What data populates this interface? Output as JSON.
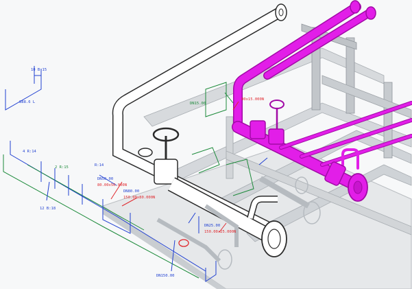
{
  "colors": {
    "background": "#f7f8f9",
    "steel_fill": "#d9dcdf",
    "steel_dark": "#9ea3a8",
    "pipe_outline": "#2b2b2b",
    "pipe_white": "#ffffff",
    "magenta_pipe": "#e21ee8",
    "magenta_dark": "#a10aa6",
    "dim_blue": "#1f3fd1",
    "dim_green": "#1c8a3a",
    "callout_red": "#e0282e"
  },
  "labels": {
    "l01": "10 B:15",
    "l02": "888.6 L",
    "l03": "DN15.00",
    "l04": "00x15.000N",
    "l05": "4 R:14",
    "l06": "2 R:15",
    "l07": "R:14",
    "l08": "DN50.00",
    "l09": "80.00x50.000N",
    "l10": "DN80.00",
    "l11": "150.00x80.000N",
    "l12": "12 B:18",
    "l13": "DN25.00",
    "l14": "150.00x25.000N",
    "l15": "DN150.00"
  }
}
